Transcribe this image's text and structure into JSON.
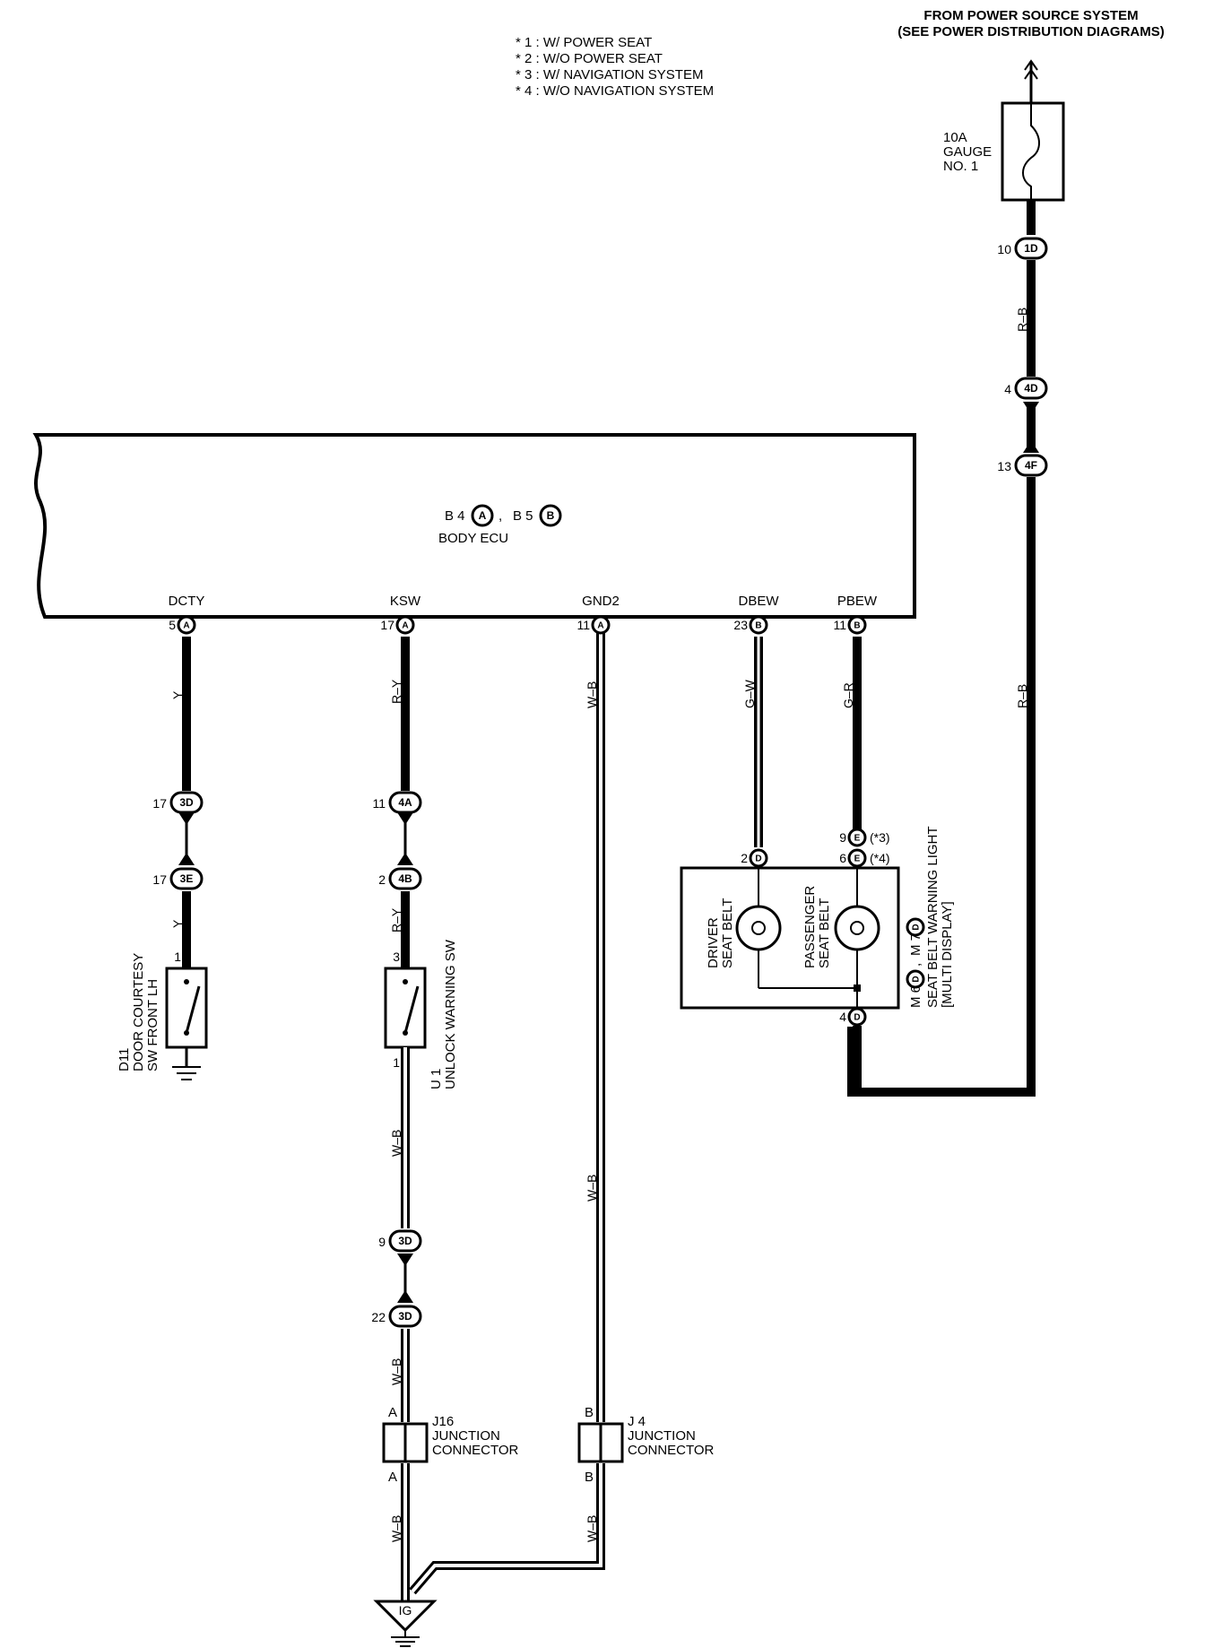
{
  "header": {
    "power_source_line1": "FROM POWER SOURCE SYSTEM",
    "power_source_line2": "(SEE POWER DISTRIBUTION DIAGRAMS)"
  },
  "notes": [
    "* 1 : W/ POWER SEAT",
    "* 2 : W/O POWER SEAT",
    "* 3 : W/ NAVIGATION SYSTEM",
    "* 4 : W/O NAVIGATION SYSTEM"
  ],
  "fuse": {
    "line1": "10A",
    "line2": "GAUGE",
    "line3": "NO. 1"
  },
  "ecu": {
    "name": "BODY ECU",
    "conn_label_1": "B 4",
    "conn_label_2": "B 5",
    "conn_a": "A",
    "conn_b": "B",
    "separator": ",",
    "terminals": [
      "DCTY",
      "KSW",
      "GND2",
      "DBEW",
      "PBEW"
    ]
  },
  "wires": {
    "y": "Y",
    "ry": "R–Y",
    "wb": "W–B",
    "gw": "G–W",
    "gr": "G–R",
    "rb": "R–B"
  },
  "pins": {
    "p5": "5",
    "p17": "17",
    "p11": "11",
    "p23": "23",
    "p10": "10",
    "p4": "4",
    "p13": "13",
    "p9": "9",
    "p2": "2",
    "p22": "22",
    "p6": "6",
    "p1": "1",
    "p3": "3"
  },
  "connectors": {
    "c1D": "1D",
    "c4D": "4D",
    "c4F": "4F",
    "c3D": "3D",
    "c3E": "3E",
    "c4A": "4A",
    "c4B": "4B",
    "cA": "A",
    "cB": "B",
    "cD": "D",
    "cE": "E"
  },
  "variants": {
    "v3": "(*3)",
    "v4": "(*4)"
  },
  "components": {
    "door_sw": {
      "code": "D11",
      "line1": "DOOR COURTESY",
      "line2": "SW FRONT LH"
    },
    "unlock_sw": {
      "code": "U 1",
      "line1": "UNLOCK WARNING SW"
    },
    "warning_light": {
      "code1": "M 6",
      "code2": "M 7",
      "separator": ",",
      "line1": "SEAT BELT WARNING LIGHT",
      "line2": "[MULTI DISPLAY]",
      "driver_line1": "DRIVER",
      "driver_line2": "SEAT BELT",
      "passenger_line1": "PASSENGER",
      "passenger_line2": "SEAT BELT"
    },
    "j16": {
      "code": "J16",
      "line1": "JUNCTION",
      "line2": "CONNECTOR",
      "term_top": "A",
      "term_bottom": "A"
    },
    "j4": {
      "code": "J 4",
      "line1": "JUNCTION",
      "line2": "CONNECTOR",
      "term_top": "B",
      "term_bottom": "B"
    },
    "ground_ig": "IG"
  }
}
